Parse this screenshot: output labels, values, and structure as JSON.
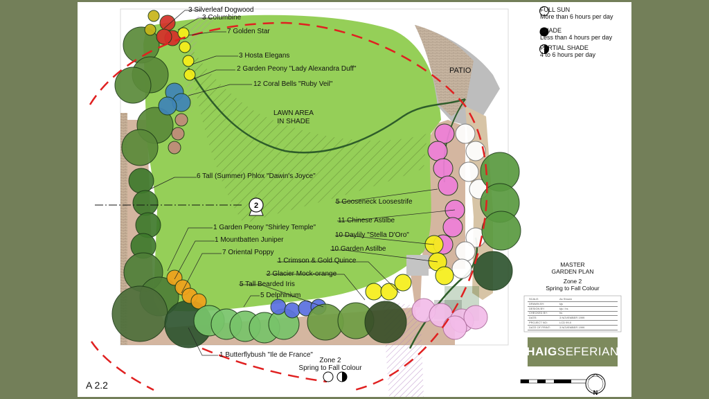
{
  "plants": {
    "dogwood": "3  Silverleaf Dogwood",
    "columbine": "3 Columbine",
    "golden_star": "7 Golden Star",
    "hosta": "3 Hosta Elegans",
    "peony_la": "2  Garden Peony \"Lady Alexandra Duff\"",
    "coral_bells": "12  Coral Bells \"Ruby Veil\"",
    "phlox": "6 Tall (Summer) Phlox \"Dawin's Joyce\"",
    "loosestrife": "5  Gooseneck Loosestrife",
    "chinese_astilbe": "11 Chinese Astilbe",
    "peony_st": "1 Garden Peony \"Shirley Temple\"",
    "juniper": "1  Mountbatten Juniper",
    "daylily": "10 Daylily \"Stella D'Oro\"",
    "poppy": "7 Oriental Poppy",
    "garden_astilbe": "10 Garden Astilbe",
    "quince": "1 Crimson & Gold Quince",
    "mock_orange": "2  Glacier Mock-orange",
    "iris": "5 Tall Bearded Iris",
    "delphinium": "5  Delphinium",
    "butterflybush": "1  Butterflybush \"Ile de France\""
  },
  "areas": {
    "lawn_line1": "LAWN AREA",
    "lawn_line2": "IN SHADE",
    "patio": "PATIO",
    "marker": "2"
  },
  "legend": {
    "full_sun_title": "FULL SUN",
    "full_sun_desc": "More than 6 hours per day",
    "shade_title": "SHADE",
    "shade_desc": "Less than 4 hours per day",
    "partial_title": "PARTIAL SHADE",
    "partial_desc": "4 to 6 hours per day"
  },
  "titleblock": {
    "line1": "MASTER",
    "line2": "GARDEN PLAN",
    "line3": "Zone 2",
    "line4": "Spring to Fall Colour",
    "rows": [
      {
        "key": "SCALE:",
        "val": "As Shown"
      },
      {
        "key": "DRAWN BY:",
        "val": "kjs"
      },
      {
        "key": "DESIGN BY:",
        "val": "kjs / hs"
      },
      {
        "key": "CHECKED BY:",
        "val": "hs"
      },
      {
        "key": "DATE:",
        "val": "3 NOVEMBER 1999"
      },
      {
        "key": "PROJECT NO:",
        "val": "LCD 99-0"
      },
      {
        "key": "DATE OF PRINT:",
        "val": "3 NOVEMBER 1999"
      }
    ],
    "brand_bold": "HAIG",
    "brand_rest": " SEFERIAN",
    "north": "N"
  },
  "zone_caption_line1": "Zone 2",
  "zone_caption_line2": "Spring to Fall Colour",
  "sheet_number": "A 2.2",
  "colors": {
    "lawn": "#95cf58",
    "lawn_dark": "#6fae3d",
    "shrub": "#5b8a3a",
    "border_line": "#2e5d2a",
    "shade_arc": "#e02020",
    "pink": "#ef7fd8",
    "yellow": "#f6ee1a",
    "orange": "#f0a21c",
    "blue": "#5a6fe0",
    "red": "#d4302a",
    "patio": "#b9b9b9",
    "brand": "#7d8a5d",
    "background": "#737f59"
  }
}
